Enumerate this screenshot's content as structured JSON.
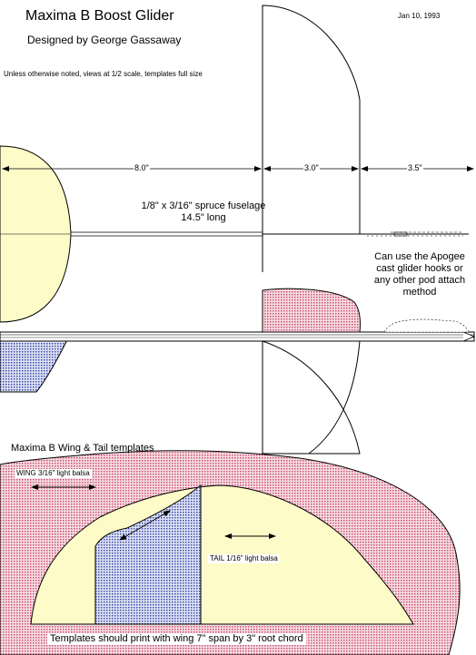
{
  "header": {
    "title": "Maxima B Boost Glider",
    "designer": "Designed by George Gassaway",
    "date": "Jan 10, 1993",
    "scale_note": "Unless otherwise noted, views at 1/2 scale, templates full size"
  },
  "dimensions": {
    "wing_span": "8.0\"",
    "stab_chord": "3.0\"",
    "tail_moment": "3.5\""
  },
  "fuselage_note": {
    "line1": "1/8\" x 3/16\" spruce fuselage",
    "line2": "14.5\" long"
  },
  "hook_note": {
    "line1": "Can use the Apogee",
    "line2": "cast glider hooks or",
    "line3": "any other pod attach",
    "line4": "method"
  },
  "templates": {
    "title": "Maxima B Wing & Tail templates",
    "wing_label": "WING 3/16\" light balsa",
    "tail_label": "TAIL 1/16\" light balsa",
    "print_note": "Templates should print with wing 7\" span by 3\" root chord"
  },
  "colors": {
    "wing_fill": "#fdfbc8",
    "tail_fill": "#fdfbc8",
    "pink_fill": "#e8a4b8",
    "blue_fill": "#98a4d8"
  }
}
